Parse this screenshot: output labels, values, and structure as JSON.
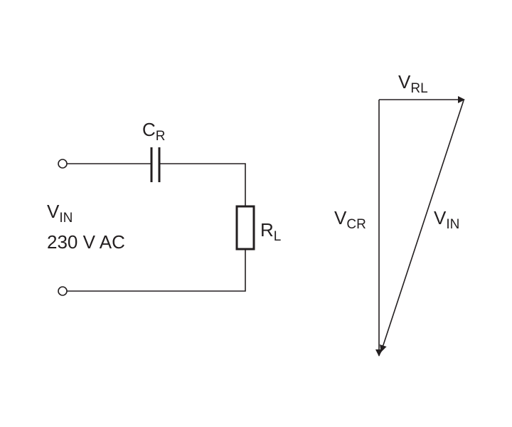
{
  "circuit": {
    "capacitor_label": {
      "main": "C",
      "sub": "R"
    },
    "resistor_label": {
      "main": "R",
      "sub": "L"
    },
    "source_label": {
      "main": "V",
      "sub": "IN"
    },
    "source_value": "230 V AC"
  },
  "phasor": {
    "vrl_label": {
      "main": "V",
      "sub": "RL"
    },
    "vcr_label": {
      "main": "V",
      "sub": "CR"
    },
    "vin_label": {
      "main": "V",
      "sub": "IN"
    }
  },
  "colors": {
    "ink": "#231f20",
    "background": "#ffffff"
  }
}
